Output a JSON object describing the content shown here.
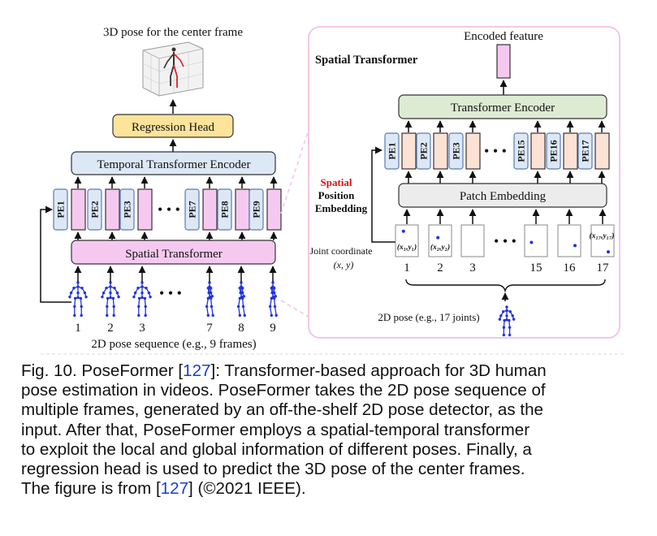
{
  "left_panel": {
    "output_label": "3D pose for the center frame",
    "regression_head": "Regression Head",
    "temporal_encoder": "Temporal Transformer Encoder",
    "spatial_transformer": "Spatial Transformer",
    "pe_labels": [
      "PE1",
      "PE2",
      "PE3",
      "PE7",
      "PE8",
      "PE9"
    ],
    "ellipsis": "• • •",
    "frame_numbers": [
      "1",
      "2",
      "3",
      "7",
      "8",
      "9"
    ],
    "sequence_label": "2D pose sequence (e.g., 9 frames)"
  },
  "right_panel": {
    "title": "Spatial Transformer",
    "encoded_feature": "Encoded feature",
    "transformer_encoder": "Transformer Encoder",
    "patch_embedding": "Patch Embedding",
    "pe_labels": [
      "PE1",
      "PE2",
      "PE3",
      "PE15",
      "PE16",
      "PE17"
    ],
    "ellipsis": "• • •",
    "spe_word1": "Spatial",
    "spe_word2": "Position",
    "spe_word3": "Embedding",
    "joint_coord_1": "Joint coordinate",
    "joint_coord_2": "(x, y)",
    "coord_labels": [
      "(x₁,y₁)",
      "(x₂,y₂)",
      "(x₁₇,y₁₇)"
    ],
    "joint_numbers": [
      "1",
      "2",
      "3",
      "15",
      "16",
      "17"
    ],
    "pose_label": "2D pose (e.g., 17 joints)"
  },
  "caption": {
    "line1_a": "Fig. 10. PoseFormer [",
    "ref": "127",
    "line1_b": "]: Transformer-based approach for 3D human",
    "line2": "pose estimation in videos. PoseFormer takes the 2D pose sequence of",
    "line3": "multiple frames, generated by an off-the-shelf 2D pose detector, as the",
    "line4": "input. After that, PoseFormer employs a spatial-temporal transformer",
    "line5": "to exploit the local and global information of different poses. Finally, a",
    "line6": "regression head is used to predict the 3D pose of the center frames.",
    "line7_a": "The figure is from [",
    "line7_b": "] (©2021 IEEE)."
  },
  "colors": {
    "regression_head": "#fde49a",
    "temporal_encoder": "#dde8f6",
    "spatial_transformer": "#f5c9ef",
    "transformer_encoder": "#ddebd2",
    "patch_embedding": "#ececec",
    "token_pink": "#f5c9ef",
    "token_peach": "#fbe2d4",
    "pe_blue": "#dde8f6",
    "panel_border": "#f1c1ea",
    "pose_blue": "#2233dd",
    "spatial_red": "#dd1111"
  }
}
